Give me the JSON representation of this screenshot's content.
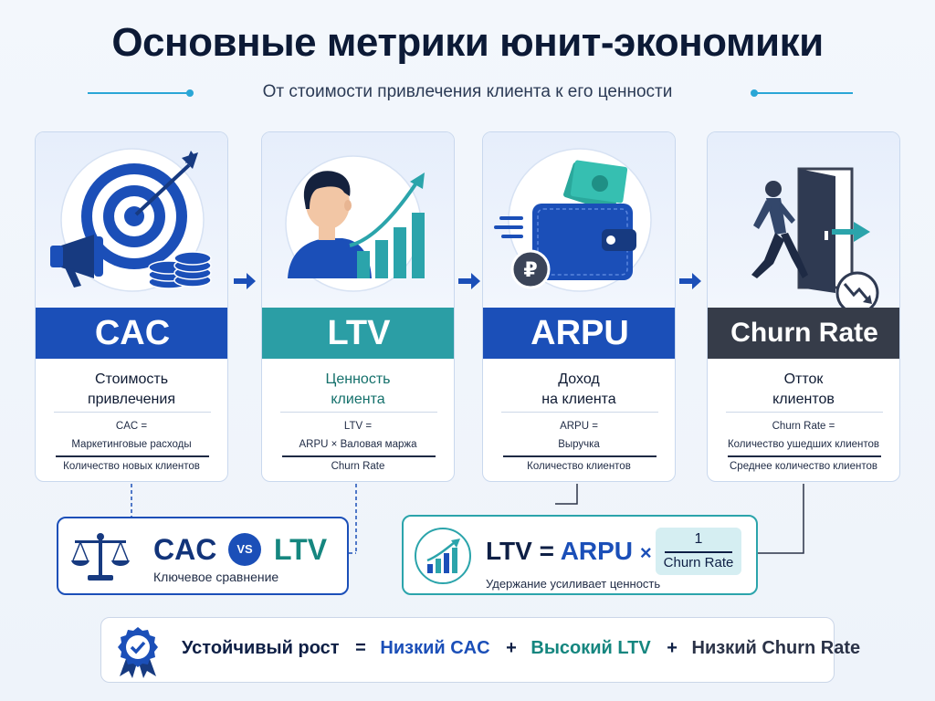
{
  "title": "Основные метрики юнит-экономики",
  "subtitle": "От стоимости привлечения клиента к его ценности",
  "colors": {
    "blue": "#1b4fb8",
    "teal": "#2b9ea5",
    "dark": "#363c49",
    "navy": "#0e1f45",
    "accent_line": "#2aa6d6"
  },
  "cards": [
    {
      "icon": "target-megaphone-coins-icon",
      "label": "CAC",
      "desc_line1": "Стоимость",
      "desc_line2": "привлечения",
      "formula_name": "CAC =",
      "formula_numerator": "Маркетинговые расходы",
      "formula_denominator": "Количество новых клиентов"
    },
    {
      "icon": "person-growth-chart-icon",
      "label": "LTV",
      "desc_line1": "Ценность",
      "desc_line2": "клиента",
      "formula_name": "LTV =",
      "formula_numerator": "ARPU  ×  Валовая маржа",
      "formula_denominator": "Churn Rate"
    },
    {
      "icon": "wallet-ruble-icon",
      "label": "ARPU",
      "desc_line1": "Доход",
      "desc_line2": "на клиента",
      "formula_name": "ARPU =",
      "formula_numerator": "Выручка",
      "formula_denominator": "Количество клиентов"
    },
    {
      "icon": "person-exit-door-icon",
      "label": "Churn Rate",
      "desc_line1": "Отток",
      "desc_line2": "клиентов",
      "formula_name": "Churn Rate =",
      "formula_numerator": "Количество ушедших клиентов",
      "formula_denominator": "Среднее количество клиентов"
    }
  ],
  "comparison": {
    "icon": "scales-icon",
    "left": "CAC",
    "vs": "VS",
    "right": "LTV",
    "caption": "Ключевое сравнение"
  },
  "ltv_formula": {
    "icon": "growth-chart-icon",
    "lhs": "LTV = ",
    "arpu": "ARPU",
    "times": "×",
    "numerator": "1",
    "denominator": "Churn Rate",
    "caption": "Удержание усиливает ценность"
  },
  "growth": {
    "icon": "award-badge-check-icon",
    "base": "Устойчивый рост",
    "eq": "=",
    "term1": "Низкий CAC",
    "plus1": "+",
    "term2": "Высокий LTV",
    "plus2": "+",
    "term3": "Низкий Churn Rate"
  }
}
